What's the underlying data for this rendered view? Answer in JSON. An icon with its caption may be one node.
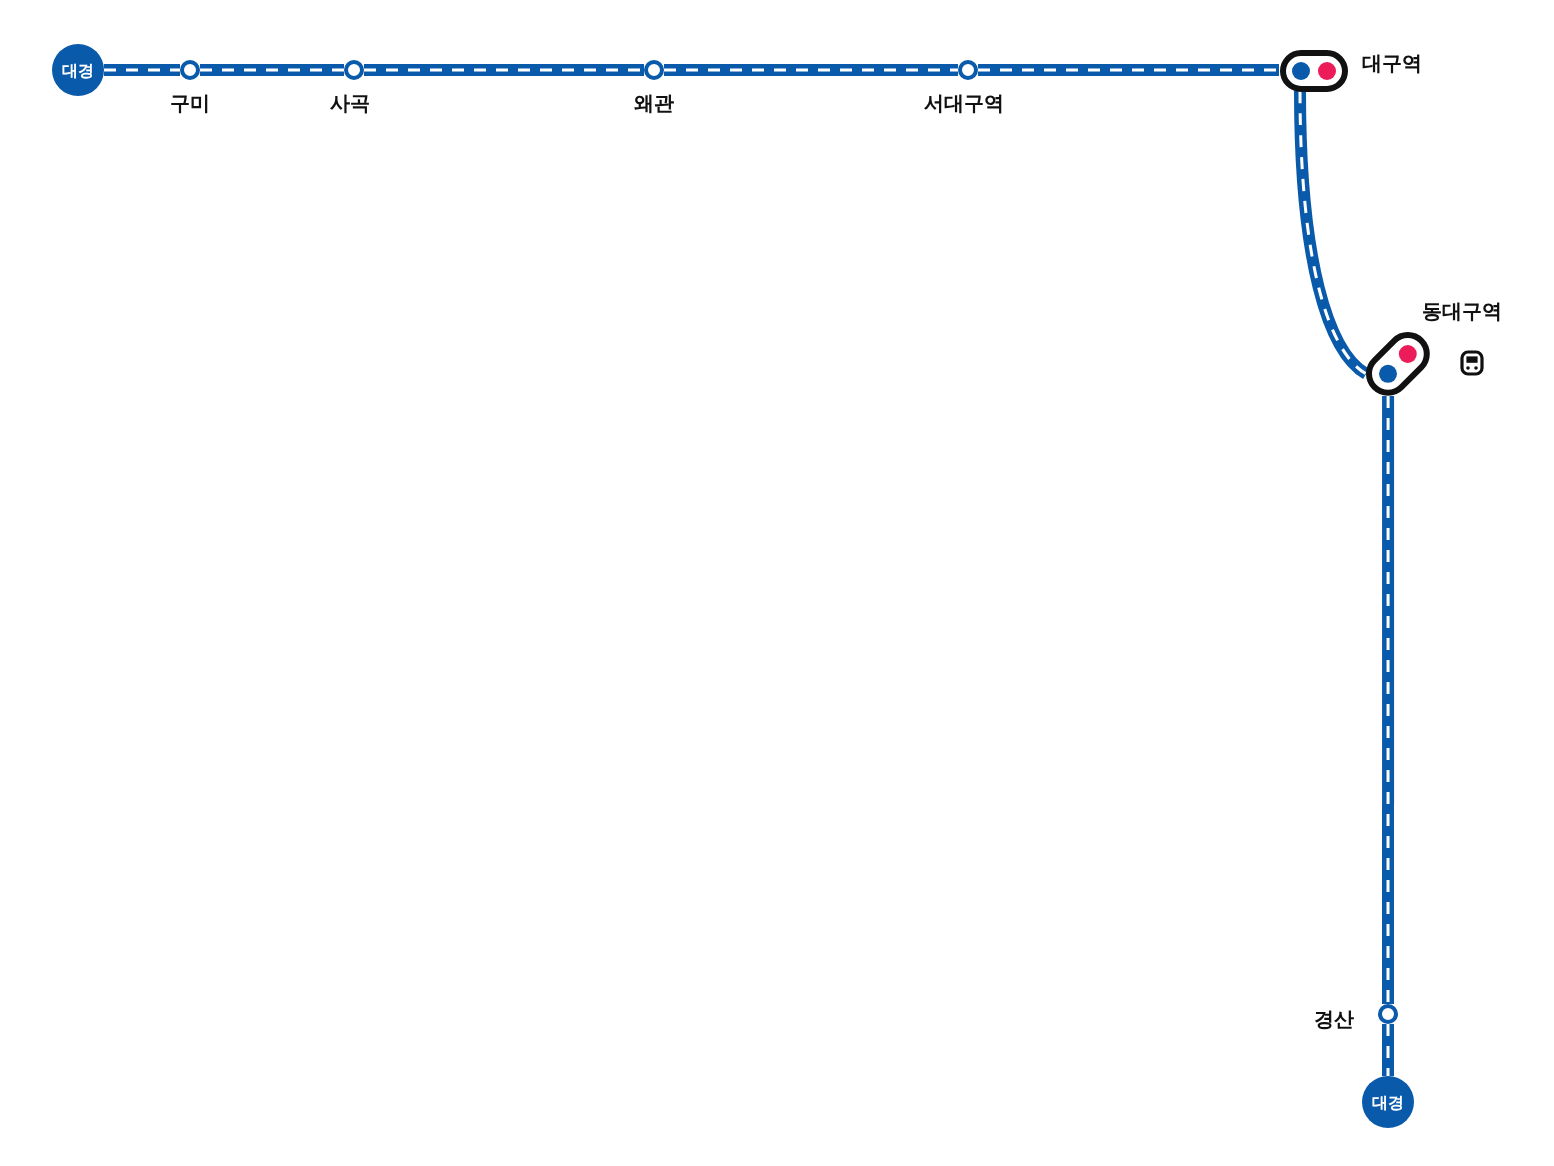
{
  "diagram": {
    "nodes": [
      {
        "text": [
          "대경"
        ]
      },
      {
        "text": [],
        "shape": "circle",
        "beside": [
          "구미"
        ]
      },
      {
        "text": [],
        "shape": "circle",
        "beside": [
          "사곡"
        ]
      },
      {
        "text": [],
        "shape": "circle",
        "beside": [
          "왜관"
        ]
      },
      {
        "text": [],
        "shape": "circle",
        "beside": [
          "서대구역"
        ]
      },
      {
        "text": [],
        "shape": "box",
        "beside": [
          "대구역"
        ]
      },
      {
        "text": [],
        "shape": "box",
        "beside": [
          "동대구역"
        ]
      },
      {
        "text": [],
        "shape": "circle",
        "beside": [
          "경산"
        ]
      },
      {
        "text": [
          "대경"
        ]
      }
    ],
    "edges": [
      {
        "from": 0,
        "to": 1,
        "arrow": "none"
      },
      {
        "from": 1,
        "to": 2,
        "arrow": "none"
      },
      {
        "from": 2,
        "to": 3,
        "arrow": "none"
      },
      {
        "from": 3,
        "to": 4,
        "arrow": "none"
      },
      {
        "from": 4,
        "to": 5,
        "arrow": "none"
      },
      {
        "from": 5,
        "to": 6,
        "arrow": "none"
      },
      {
        "from": 6,
        "to": 7,
        "arrow": "none"
      },
      {
        "from": 7,
        "to": 8,
        "arrow": "none"
      }
    ]
  }
}
